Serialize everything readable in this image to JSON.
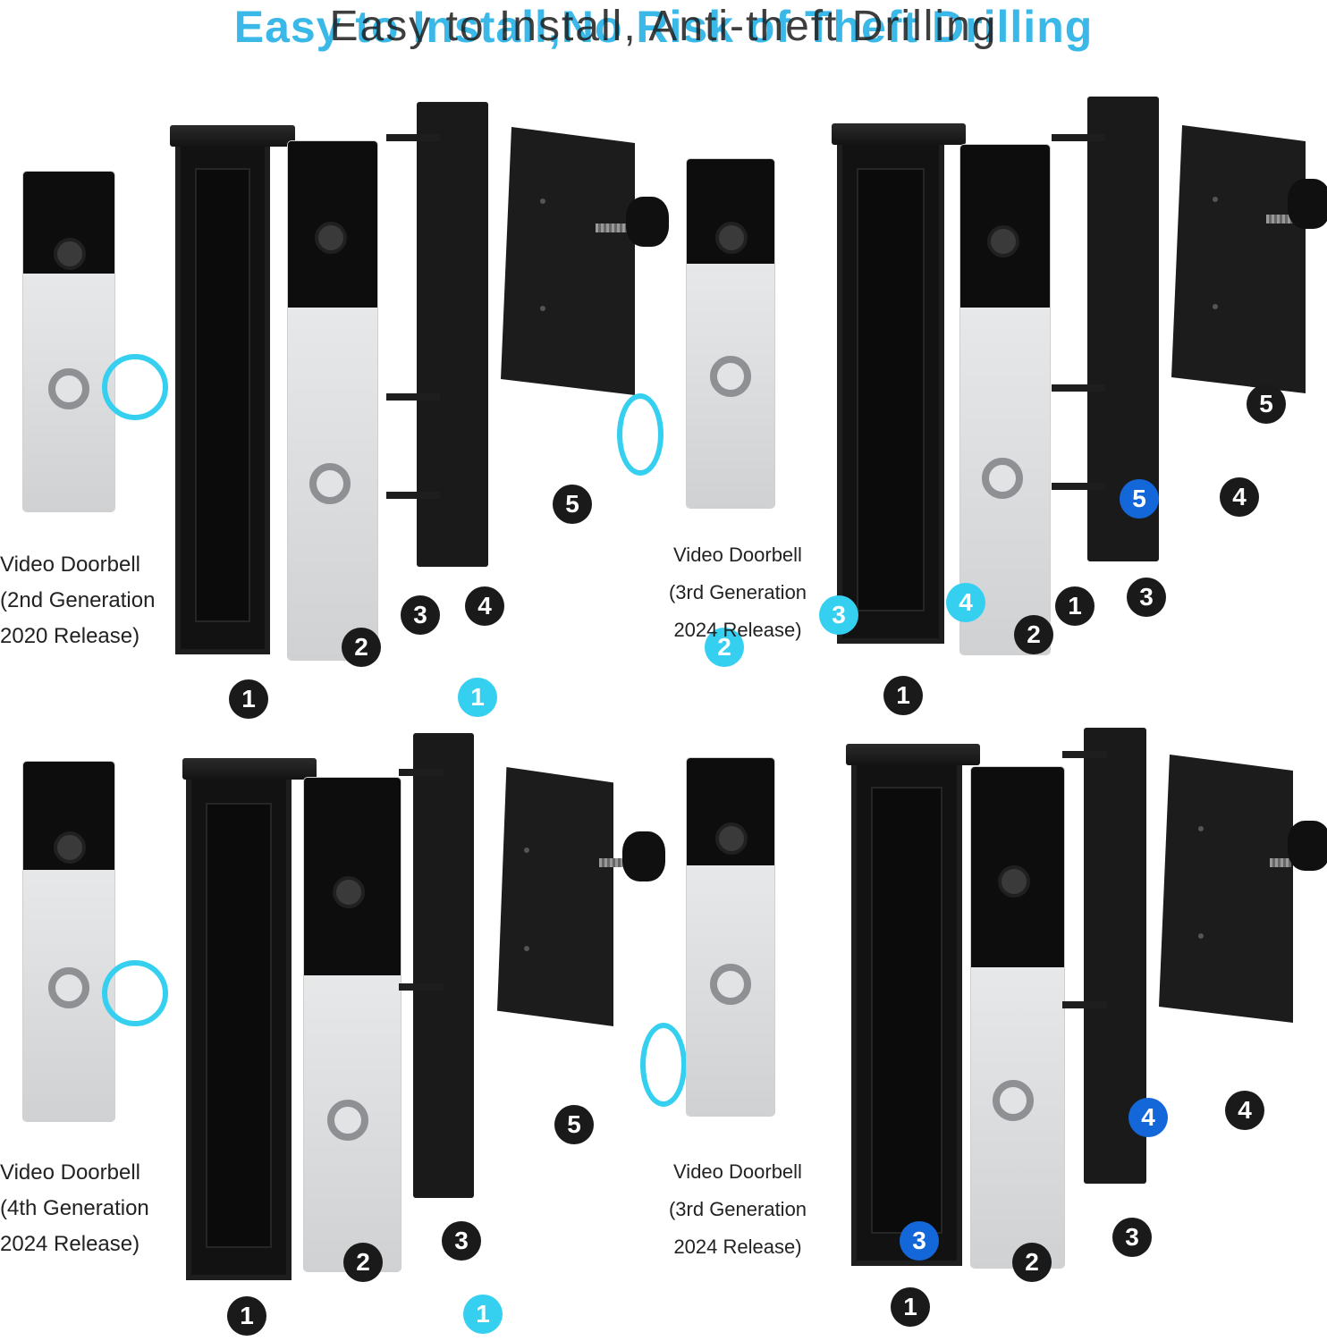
{
  "headline": {
    "main": "Easy to Install,No Risk of Theft Drilling",
    "ghost": "Easy to Install, Anti-theft Drilling"
  },
  "panels": [
    {
      "id": "top-left",
      "caption": "Video Doorbell\n(2nd Generation\n2020 Release)",
      "numbers": [
        "1",
        "1",
        "2",
        "3",
        "4",
        "5"
      ]
    },
    {
      "id": "top-right",
      "caption": "Video Doorbell\n(3rd Generation\n2024 Release)",
      "numbers": [
        "1",
        "2",
        "3",
        "4",
        "5",
        "1",
        "2",
        "3",
        "4",
        "5"
      ]
    },
    {
      "id": "bottom-left",
      "caption": "Video Doorbell\n(4th Generation\n2024 Release)",
      "numbers": [
        "1",
        "1",
        "2",
        "3",
        "5"
      ]
    },
    {
      "id": "bottom-right",
      "caption": "Video Doorbell\n(3rd Generation\n2024 Release)",
      "numbers": [
        "1",
        "2",
        "3",
        "3",
        "4",
        "4"
      ]
    }
  ],
  "colors": {
    "accent_cyan": "#35d0f0",
    "accent_blue": "#1467d8",
    "product_black": "#121212",
    "doorbell_silver": "#d6d8da"
  }
}
